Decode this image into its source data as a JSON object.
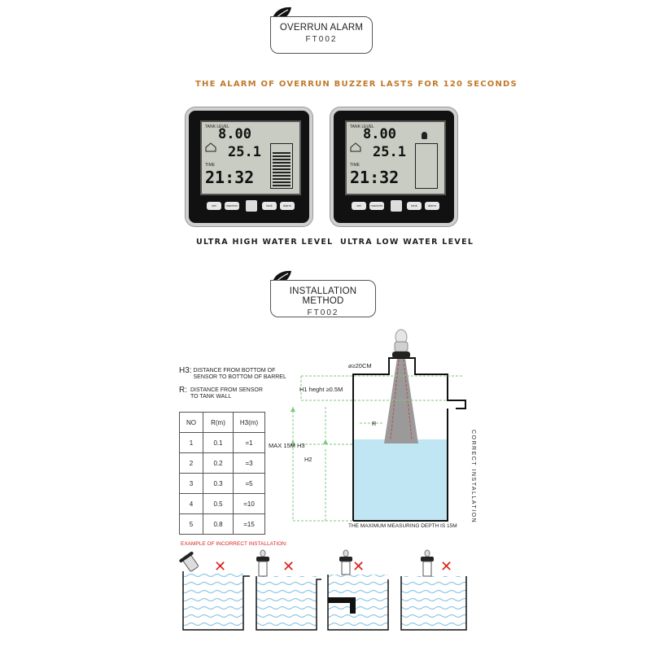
{
  "header1": {
    "title": "OVERRUN ALARM",
    "code": "FT002"
  },
  "subtitle": "THE ALARM OF OVERRUN BUZZER LASTS FOR 120 SECONDS",
  "devices": [
    {
      "caption": "ULTRA HIGH WATER LEVEL",
      "tank_label": "TANK LEVEL",
      "level": "8.00",
      "temp": "25.1",
      "time_label": "TIME",
      "time": "21:32",
      "fill_pct": 85,
      "buttons": [
        "set",
        "max/min",
        "",
        "tank",
        "alarm"
      ]
    },
    {
      "caption": "ULTRA LOW WATER LEVEL",
      "tank_label": "TANK LEVEL",
      "level": "8.00",
      "temp": "25.1",
      "time_label": "TIME",
      "time": "21:32",
      "fill_pct": 8,
      "buttons": [
        "set",
        "max/min",
        "",
        "tank",
        "alarm"
      ]
    }
  ],
  "header2": {
    "title": "INSTALLATION METHOD",
    "code": "FT002"
  },
  "notes": {
    "h3_key": "H3:",
    "h3_text_1": "DISTANCE FROM BOTTOM OF",
    "h3_text_2": "SENSOR TO BOTTOM OF BARREL",
    "r_key": "R:",
    "r_text_1": "DISTANCE FROM SENSOR",
    "r_text_2": "TO TANK WALL"
  },
  "table": {
    "headers": [
      "NO",
      "R(m)",
      "H3(m)"
    ],
    "rows": [
      [
        "1",
        "0.1",
        "=1"
      ],
      [
        "2",
        "0.2",
        "=3"
      ],
      [
        "3",
        "0.3",
        "=5"
      ],
      [
        "4",
        "0.5",
        "=10"
      ],
      [
        "5",
        "0.8",
        "=15"
      ]
    ]
  },
  "diagram": {
    "diameter": "⌀≥20CM",
    "h1": "H1 heght ≥0.5M",
    "r": "R",
    "max": "MAX 15M H3",
    "h2": "H2",
    "side": "CORRECT INSTALLATION",
    "bottom": "THE MAXIMUM MEASURING DEPTH IS 15M"
  },
  "incorrect": {
    "title": "EXAMPLE OF INCORRECT INSTALLATION:"
  },
  "colors": {
    "accent": "#c07a2b",
    "water": "#bfe6f2",
    "dash": "#7ec97e",
    "beam": "#c84545",
    "wrong": "#d9241b"
  }
}
